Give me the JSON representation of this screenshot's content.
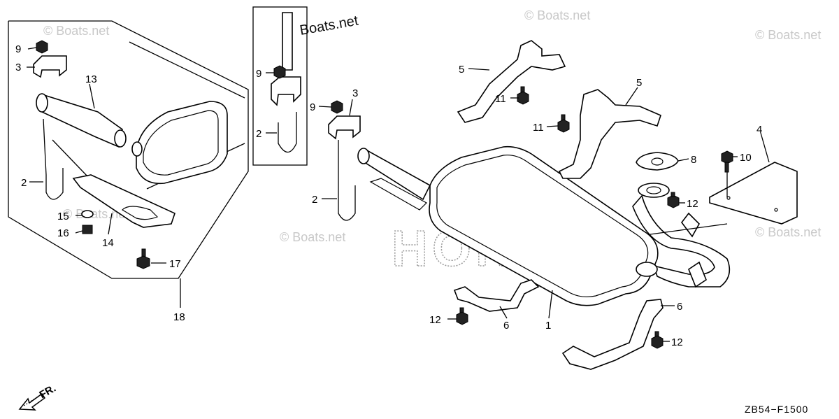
{
  "watermarks": {
    "main": "Boats.net",
    "small": "© Boats.net",
    "brand": "HONDA"
  },
  "diagram_code": "ZB54−F1500",
  "front_indicator": "FR.",
  "callouts": {
    "c9a": "9",
    "c3a": "3",
    "c13": "13",
    "c2a": "2",
    "c15": "15",
    "c16": "16",
    "c14": "14",
    "c17": "17",
    "c18": "18",
    "c9b": "9",
    "c2b": "2",
    "c9c": "9",
    "c3b": "3",
    "c2c": "2",
    "c5a": "5",
    "c11a": "11",
    "c5b": "5",
    "c11b": "11",
    "c4": "4",
    "c10": "10",
    "c8": "8",
    "c12a": "12",
    "c12b": "12",
    "c6a": "6",
    "c1": "1",
    "c6b": "6",
    "c12c": "12"
  }
}
